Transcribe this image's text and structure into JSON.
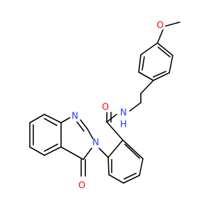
{
  "molecule": {
    "atoms": [
      {
        "id": "O_methoxy",
        "label": "O",
        "color": "#ff0d0d"
      },
      {
        "id": "N_amide",
        "label": "N",
        "color": "#1e3cff"
      },
      {
        "id": "H_amide",
        "label": "H",
        "color": "#1e3cff"
      },
      {
        "id": "O_amide",
        "label": "O",
        "color": "#ff0d0d"
      },
      {
        "id": "N_ring1",
        "label": "N",
        "color": "#1e3cff"
      },
      {
        "id": "N_ring3",
        "label": "N",
        "color": "#1e3cff"
      },
      {
        "id": "O_quinazolinone",
        "label": "O",
        "color": "#ff0d0d"
      }
    ]
  }
}
